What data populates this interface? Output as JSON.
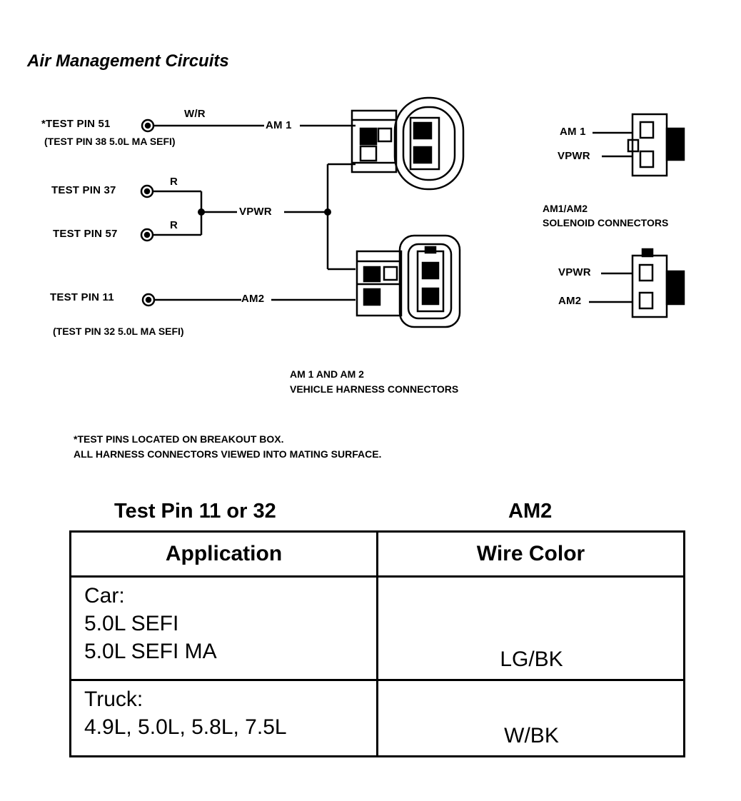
{
  "title": "Air Management Circuits",
  "pins": {
    "pin51": "*TEST PIN 51",
    "pin51_note": "(TEST PIN 38 5.0L MA SEFI)",
    "pin37": "TEST PIN 37",
    "pin57": "TEST PIN 57",
    "pin11": "TEST PIN 11",
    "pin11_note": "(TEST PIN 32 5.0L MA SEFI)"
  },
  "wires": {
    "wr": "W/R",
    "r1": "R",
    "r2": "R",
    "am1": "AM 1",
    "vpwr": "VPWR",
    "am2": "AM2"
  },
  "solenoid": {
    "am1": "AM 1",
    "vpwr_top": "VPWR",
    "caption_line1": "AM1/AM2",
    "caption_line2": "SOLENOID CONNECTORS",
    "vpwr_bottom": "VPWR",
    "am2": "AM2"
  },
  "harness_caption": {
    "line1": "AM 1 AND AM 2",
    "line2": "VEHICLE HARNESS CONNECTORS"
  },
  "notes": {
    "line1": "*TEST PINS LOCATED ON BREAKOUT BOX.",
    "line2": "ALL HARNESS CONNECTORS VIEWED INTO MATING SURFACE."
  },
  "table": {
    "left_heading": "Test Pin 11 or 32",
    "right_heading": "AM2",
    "columns": [
      "Application",
      "Wire Color"
    ],
    "rows": [
      {
        "lines": [
          "Car:",
          "5.0L SEFI",
          "5.0L SEFI MA"
        ],
        "color": "LG/BK"
      },
      {
        "lines": [
          "Truck:",
          "4.9L, 5.0L, 5.8L, 7.5L"
        ],
        "color": "W/BK"
      }
    ]
  }
}
